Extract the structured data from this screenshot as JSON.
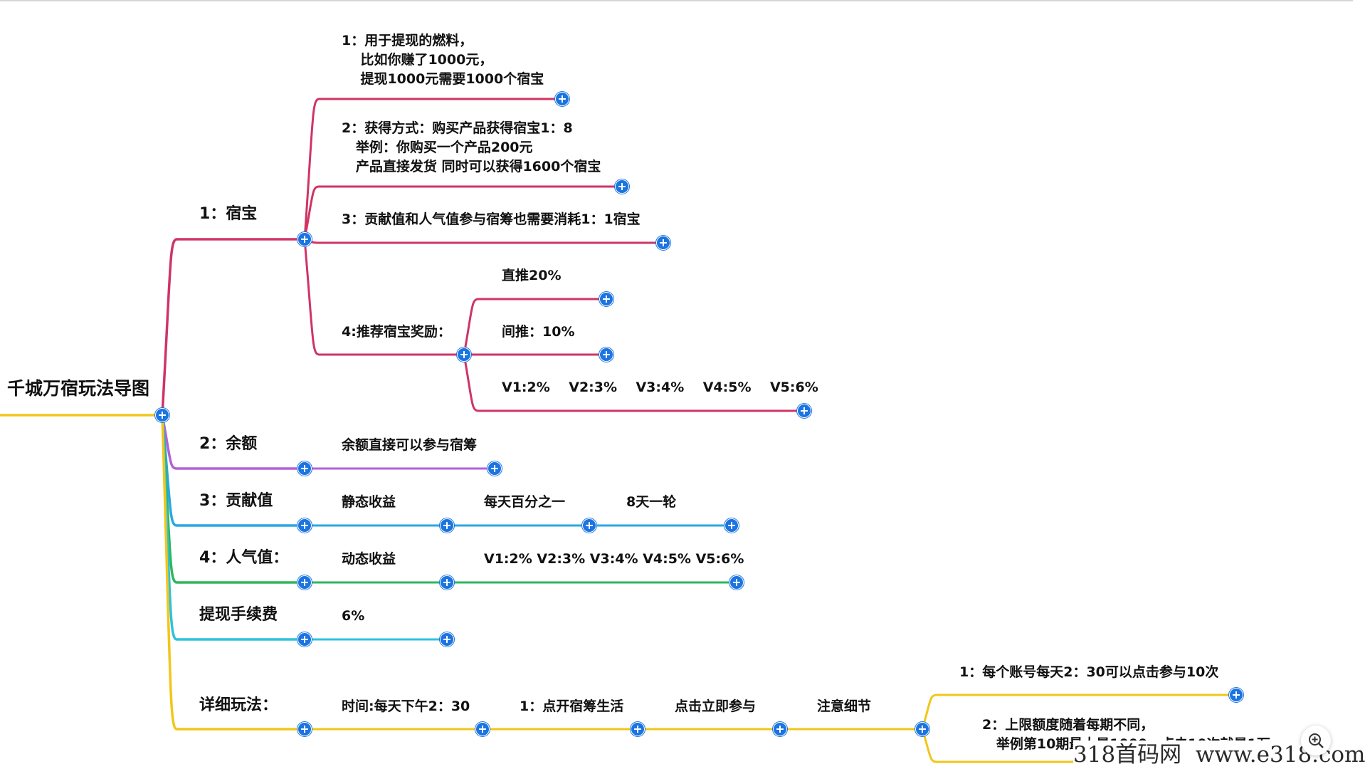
{
  "mindmap": {
    "root": "千城万宿玩法导图",
    "colors": {
      "root": "#f2c619",
      "branch1": "#cf3465",
      "branch2": "#b262d8",
      "branch3": "#2aa7e3",
      "branch4": "#30b65d",
      "branch5": "#2fc2dc",
      "branch6": "#f2c619",
      "knob": "#1b74e0"
    },
    "branches": {
      "b1": {
        "label": "1：宿宝",
        "c1": "1：用于提现的燃料，\n    比如你赚了1000元，\n    提现1000元需要1000个宿宝",
        "c2": "2：获得方式：购买产品获得宿宝1：8\n   举例：你购买一个产品200元\n   产品直接发货 同时可以获得1600个宿宝",
        "c3": "3：贡献值和人气值参与宿筹也需要消耗1：1宿宝",
        "c4": {
          "label": "4:推荐宿宝奖励：",
          "g1": "直推20%",
          "g2": "间推：10%",
          "g3": "V1:2%    V2:3%    V3:4%    V4:5%    V5:6%"
        }
      },
      "b2": {
        "label": "2：余额",
        "c1": "余额直接可以参与宿筹"
      },
      "b3": {
        "label": "3：贡献值",
        "c1": "静态收益",
        "c2": "每天百分之一",
        "c3": "8天一轮"
      },
      "b4": {
        "label": "4：人气值：",
        "c1": "动态收益",
        "c2": "V1:2% V2:3% V3:4% V4:5% V5:6%"
      },
      "b5": {
        "label": "提现手续费",
        "c1": "6%"
      },
      "b6": {
        "label": "详细玩法：",
        "c1": "时间:每天下午2：30",
        "c2": "1：点开宿筹生活",
        "c3": "点击立即参与",
        "c4": "注意细节",
        "d1": "1：每个账号每天2：30可以点击参与10次",
        "d2": "2：上限额度随着每期不同，\n   举例第10期最大是1000，点击10次就是1万"
      }
    }
  },
  "overlay": {
    "watermark": "318首码网  www.e318.com",
    "zoom_icon": "zoom-plus-icon"
  }
}
